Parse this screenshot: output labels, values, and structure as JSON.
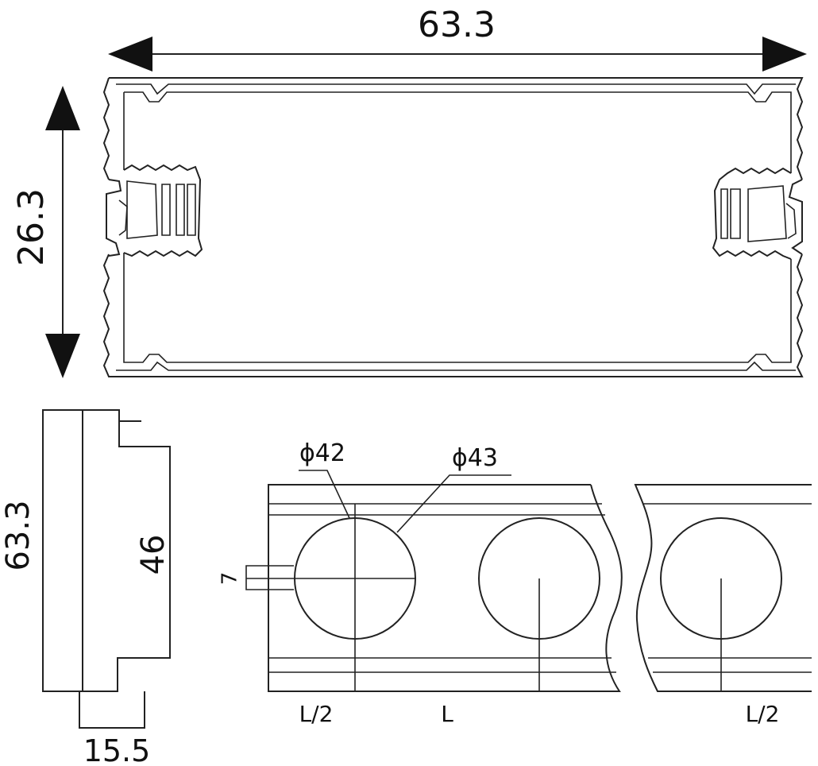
{
  "top_view": {
    "width_dim": "63.3",
    "height_dim": "26.3"
  },
  "side_view": {
    "height_dim": "63.3",
    "inner_height_dim": "46",
    "base_width_dim": "15.5"
  },
  "rail_view": {
    "phi_inner": "ϕ42",
    "phi_outer": "ϕ43",
    "edge_dim": "7",
    "spacing_left": "L/2",
    "spacing_mid": "L",
    "spacing_right": "L/2"
  },
  "colors": {
    "line": "#222222",
    "text": "#111111"
  }
}
